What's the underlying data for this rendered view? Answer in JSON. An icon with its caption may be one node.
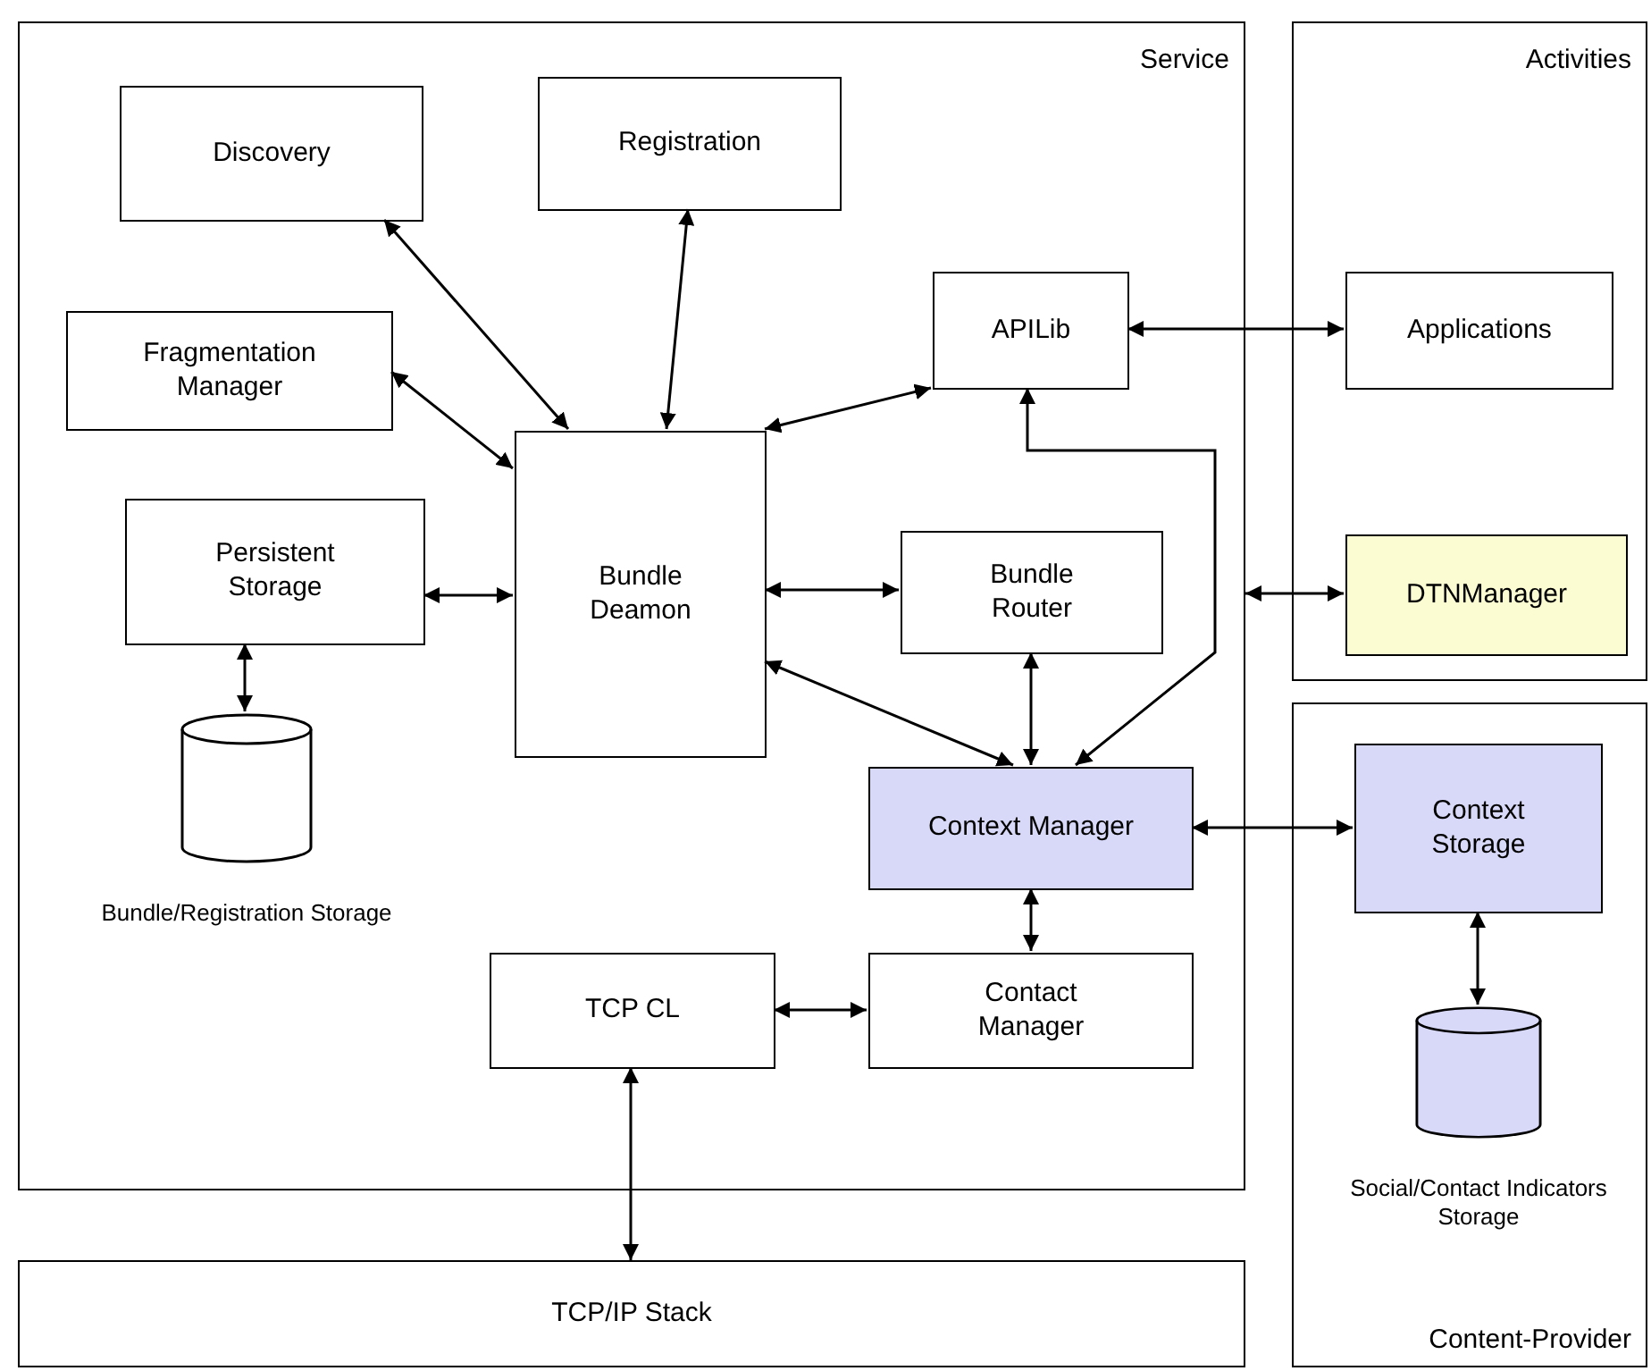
{
  "diagram": {
    "nodes": [
      {
        "text": [
          "Service"
        ]
      },
      {
        "text": [
          "Activities"
        ]
      },
      {
        "text": [
          "Content-Provider"
        ]
      },
      {
        "text": [
          "Discovery"
        ],
        "in": 0
      },
      {
        "text": [
          "Registration"
        ],
        "in": 0
      },
      {
        "text": [
          "Fragmentation Manager"
        ],
        "in": 0
      },
      {
        "text": [
          "APILib"
        ],
        "in": 0
      },
      {
        "text": [
          "Persistent Storage"
        ],
        "in": 0
      },
      {
        "text": [
          "Bundle Deamon"
        ],
        "in": 0
      },
      {
        "text": [
          "Bundle Router"
        ],
        "in": 0
      },
      {
        "text": [],
        "shape": "cylinder",
        "in": 0,
        "beside": [
          "Bundle/Registration Storage"
        ]
      },
      {
        "text": [
          "Context Manager"
        ],
        "in": 0
      },
      {
        "text": [
          "TCP CL"
        ],
        "in": 0
      },
      {
        "text": [
          "Contact Manager"
        ],
        "in": 0
      },
      {
        "text": [
          "TCP/IP Stack"
        ]
      },
      {
        "text": [
          "Applications"
        ],
        "in": 1
      },
      {
        "text": [
          "DTNManager"
        ],
        "in": 1
      },
      {
        "text": [
          "Context Storage"
        ],
        "in": 2
      },
      {
        "text": [],
        "shape": "cylinder",
        "in": 2,
        "beside": [
          "Social/Contact Indicators Storage"
        ]
      }
    ],
    "edges": [
      {
        "from": 3,
        "to": 8,
        "arrow": "both"
      },
      {
        "from": 4,
        "to": 8,
        "arrow": "both"
      },
      {
        "from": 5,
        "to": 8,
        "arrow": "both"
      },
      {
        "from": 6,
        "to": 8,
        "arrow": "both"
      },
      {
        "from": 7,
        "to": 8,
        "arrow": "both"
      },
      {
        "from": 8,
        "to": 9,
        "arrow": "both"
      },
      {
        "from": 8,
        "to": 11,
        "arrow": "both"
      },
      {
        "from": 9,
        "to": 11,
        "arrow": "both"
      },
      {
        "from": 11,
        "to": 6,
        "arrow": "both"
      },
      {
        "from": 7,
        "to": 10,
        "arrow": "both"
      },
      {
        "from": 11,
        "to": 13,
        "arrow": "both"
      },
      {
        "from": 12,
        "to": 13,
        "arrow": "both"
      },
      {
        "from": 12,
        "to": 14,
        "arrow": "both"
      },
      {
        "from": 6,
        "to": 15,
        "arrow": "both"
      },
      {
        "from": 0,
        "to": 16,
        "arrow": "both"
      },
      {
        "from": 11,
        "to": 17,
        "arrow": "both"
      },
      {
        "from": 17,
        "to": 18,
        "arrow": "both"
      }
    ]
  }
}
